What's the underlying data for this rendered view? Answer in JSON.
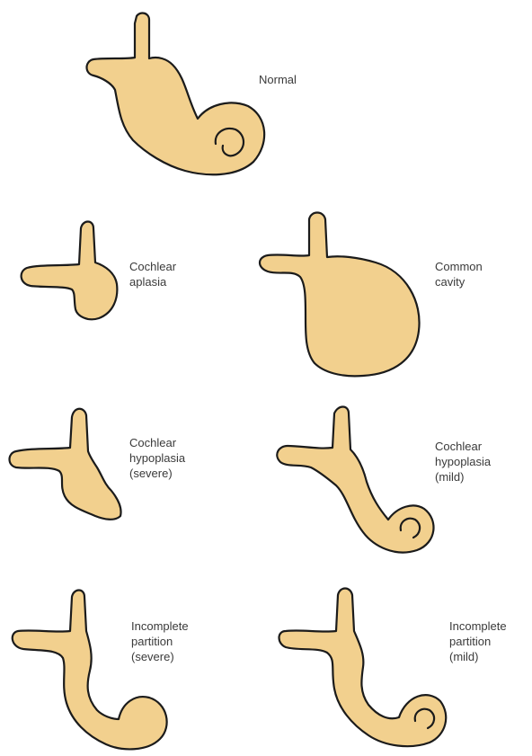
{
  "diagram": {
    "colors": {
      "fill": "#f2d08e",
      "outline": "#1b1b1b",
      "text": "#3a3a3a",
      "background": "#ffffff"
    },
    "panels": {
      "normal": {
        "label": [
          "Normal"
        ]
      },
      "cochlear_aplasia": {
        "label": [
          "Cochlear",
          "aplasia"
        ]
      },
      "common_cavity": {
        "label": [
          "Common",
          "cavity"
        ]
      },
      "hypoplasia_severe": {
        "label": [
          "Cochlear",
          "hypoplasia",
          "(severe)"
        ]
      },
      "hypoplasia_mild": {
        "label": [
          "Cochlear",
          "hypoplasia",
          "(mild)"
        ]
      },
      "partition_severe": {
        "label": [
          "Incomplete",
          "partition",
          "(severe)"
        ]
      },
      "partition_mild": {
        "label": [
          "Incomplete",
          "partition",
          "(mild)"
        ]
      }
    }
  }
}
